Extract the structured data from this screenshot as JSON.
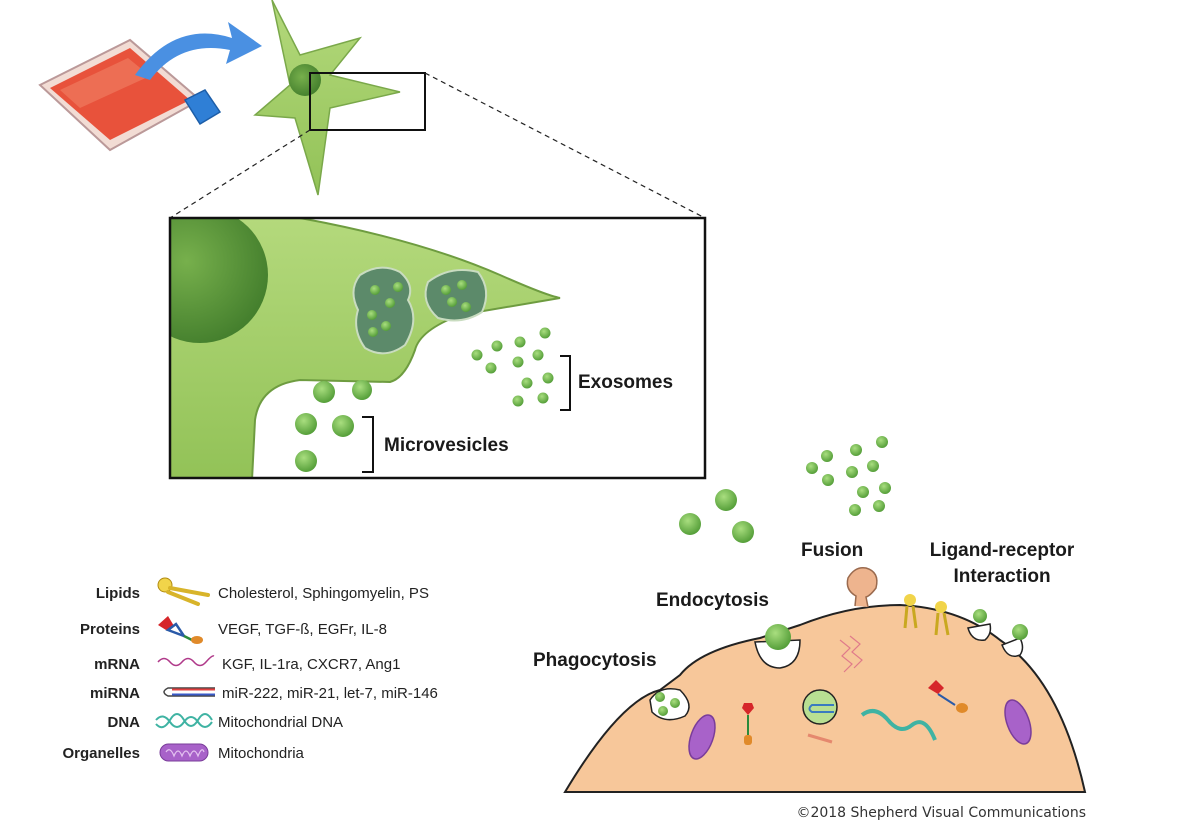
{
  "colors": {
    "cell_green": "#a6cf6a",
    "nucleus_green": "#5f9b3c",
    "vesicle_green": "#6cb548",
    "recipient_cell": "#f7c79a",
    "flask_red": "#e8523b",
    "flask_cap": "#2f7fd6",
    "arrow_blue": "#4a90e2",
    "mitochondria": "#a862c9"
  },
  "inset": {
    "exosomes_label": "Exosomes",
    "microvesicles_label": "Microvesicles"
  },
  "uptake": {
    "fusion": "Fusion",
    "ligand_receptor_line1": "Ligand-receptor",
    "ligand_receptor_line2": "Interaction",
    "endocytosis": "Endocytosis",
    "phagocytosis": "Phagocytosis"
  },
  "legend": [
    {
      "category": "Lipids",
      "icon": "lipid-icon",
      "items": "Cholesterol, Sphingomyelin, PS"
    },
    {
      "category": "Proteins",
      "icon": "protein-icon",
      "items": "VEGF, TGF-ß, EGFr, IL-8"
    },
    {
      "category": "mRNA",
      "icon": "mrna-icon",
      "items": "KGF, IL-1ra, CXCR7, Ang1"
    },
    {
      "category": "miRNA",
      "icon": "mirna-icon",
      "items": "miR-222, miR-21, let-7, miR-146"
    },
    {
      "category": "DNA",
      "icon": "dna-icon",
      "items": "Mitochondrial DNA"
    },
    {
      "category": "Organelles",
      "icon": "mitochondria-icon",
      "items": "Mitochondria"
    }
  ],
  "copyright": "©2018 Shepherd Visual Communications"
}
